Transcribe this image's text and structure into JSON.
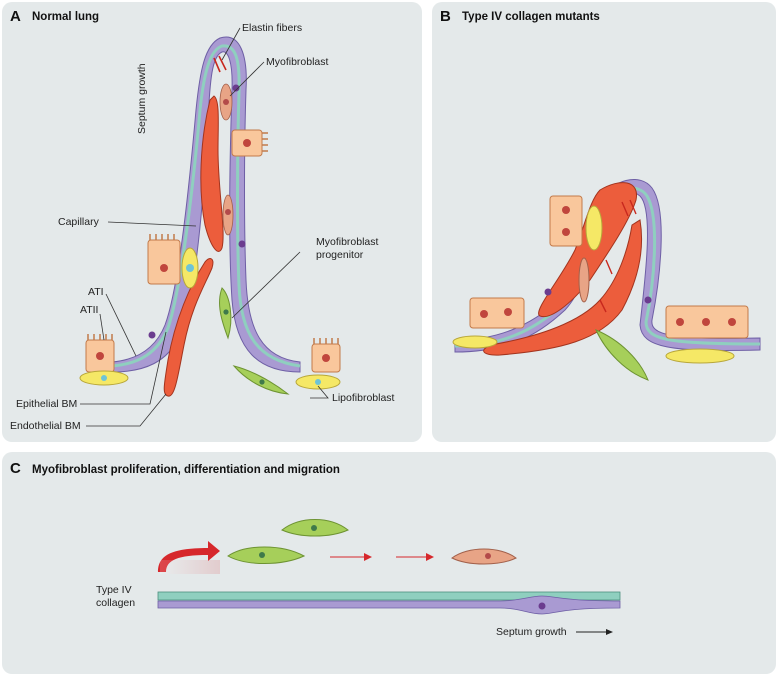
{
  "panel_a": {
    "letter": "A",
    "title": "Normal lung",
    "labels": {
      "elastin": "Elastin fibers",
      "myofibroblast": "Myofibroblast",
      "septum": "Septum growth",
      "capillary": "Capillary",
      "myo_progenitor_1": "Myofibroblast",
      "myo_progenitor_2": "progenitor",
      "ati": "ATI",
      "atii": "ATII",
      "epithelial_bm": "Epithelial BM",
      "endothelial_bm": "Endothelial BM",
      "lipofibroblast": "Lipofibroblast"
    }
  },
  "panel_b": {
    "letter": "B",
    "title": "Type IV  collagen mutants"
  },
  "panel_c": {
    "letter": "C",
    "title": "Myofibroblast proliferation, differentiation and migration",
    "collagen_1": "Type IV",
    "collagen_2": "collagen",
    "septum": "Septum growth"
  },
  "colors": {
    "panel_bg": "#e4e9ea",
    "purple": "#a99ad2",
    "teal": "#8fcfbf",
    "capillary_red": "#ec5d3c",
    "myofibroblast_pink": "#e8a486",
    "progenitor_green": "#a6cf5a",
    "atii_orange": "#f9c79c",
    "lipo_yellow": "#f5e866",
    "arrow_red": "#d6282c"
  }
}
